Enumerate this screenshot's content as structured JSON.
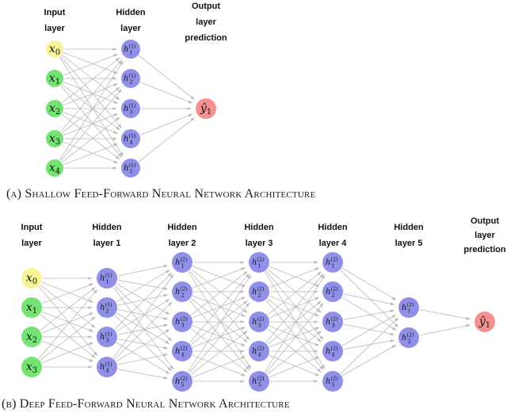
{
  "page": {
    "background": "#ffffff"
  },
  "colors": {
    "input_bias_node": "#f8f49a",
    "input_node": "#74e374",
    "hidden_node": "#9090e8",
    "output_node": "#f59090",
    "edge": "#b8b8b8",
    "text": "#111111"
  },
  "figures": [
    {
      "id": "A",
      "caption": "(a) Shallow Feed-Forward Neural Network Architecture",
      "layers": [
        {
          "header": [
            "Input",
            "layer"
          ],
          "nodes": [
            {
              "base": "x",
              "sub": "0",
              "role": "input_bias_node"
            },
            {
              "base": "x",
              "sub": "1",
              "role": "input_node"
            },
            {
              "base": "x",
              "sub": "2",
              "role": "input_node"
            },
            {
              "base": "x",
              "sub": "3",
              "role": "input_node"
            },
            {
              "base": "x",
              "sub": "4",
              "role": "input_node"
            }
          ]
        },
        {
          "header": [
            "Hidden",
            "layer"
          ],
          "nodes": [
            {
              "base": "h",
              "sub": "1",
              "sup": "(1)",
              "role": "hidden_node"
            },
            {
              "base": "h",
              "sub": "2",
              "sup": "(1)",
              "role": "hidden_node"
            },
            {
              "base": "h",
              "sub": "3",
              "sup": "(1)",
              "role": "hidden_node"
            },
            {
              "base": "h",
              "sub": "4",
              "sup": "(1)",
              "role": "hidden_node"
            },
            {
              "base": "h",
              "sub": "5",
              "sup": "(1)",
              "role": "hidden_node"
            }
          ]
        },
        {
          "header": [
            "Output",
            "layer",
            "prediction"
          ],
          "nodes": [
            {
              "base": "ŷ",
              "sub": "1",
              "role": "output_node"
            }
          ]
        }
      ]
    },
    {
      "id": "B",
      "caption": "(b) Deep Feed-Forward Neural Network Architecture",
      "layers": [
        {
          "header": [
            "Input",
            "layer"
          ],
          "nodes": [
            {
              "base": "x",
              "sub": "0",
              "role": "input_bias_node"
            },
            {
              "base": "x",
              "sub": "1",
              "role": "input_node"
            },
            {
              "base": "x",
              "sub": "2",
              "role": "input_node"
            },
            {
              "base": "x",
              "sub": "3",
              "role": "input_node"
            }
          ]
        },
        {
          "header": [
            "Hidden",
            "layer 1"
          ],
          "nodes": [
            {
              "base": "h",
              "sub": "1",
              "sup": "(1)",
              "role": "hidden_node"
            },
            {
              "base": "h",
              "sub": "2",
              "sup": "(1)",
              "role": "hidden_node"
            },
            {
              "base": "h",
              "sub": "3",
              "sup": "(1)",
              "role": "hidden_node"
            },
            {
              "base": "h",
              "sub": "4",
              "sup": "(1)",
              "role": "hidden_node"
            }
          ]
        },
        {
          "header": [
            "Hidden",
            "layer 2"
          ],
          "nodes": [
            {
              "base": "h",
              "sub": "1",
              "sup": "(2)",
              "role": "hidden_node"
            },
            {
              "base": "h",
              "sub": "2",
              "sup": "(2)",
              "role": "hidden_node"
            },
            {
              "base": "h",
              "sub": "3",
              "sup": "(2)",
              "role": "hidden_node"
            },
            {
              "base": "h",
              "sub": "4",
              "sup": "(2)",
              "role": "hidden_node"
            },
            {
              "base": "h",
              "sub": "5",
              "sup": "(2)",
              "role": "hidden_node"
            }
          ]
        },
        {
          "header": [
            "Hidden",
            "layer 3"
          ],
          "nodes": [
            {
              "base": "h",
              "sub": "1",
              "sup": "(2)",
              "role": "hidden_node"
            },
            {
              "base": "h",
              "sub": "2",
              "sup": "(2)",
              "role": "hidden_node"
            },
            {
              "base": "h",
              "sub": "3",
              "sup": "(2)",
              "role": "hidden_node"
            },
            {
              "base": "h",
              "sub": "4",
              "sup": "(2)",
              "role": "hidden_node"
            },
            {
              "base": "h",
              "sub": "5",
              "sup": "(2)",
              "role": "hidden_node"
            }
          ]
        },
        {
          "header": [
            "Hidden",
            "layer 4"
          ],
          "nodes": [
            {
              "base": "h",
              "sub": "1",
              "sup": "(2)",
              "role": "hidden_node"
            },
            {
              "base": "h",
              "sub": "2",
              "sup": "(2)",
              "role": "hidden_node"
            },
            {
              "base": "h",
              "sub": "3",
              "sup": "(2)",
              "role": "hidden_node"
            },
            {
              "base": "h",
              "sub": "4",
              "sup": "(2)",
              "role": "hidden_node"
            },
            {
              "base": "h",
              "sub": "5",
              "sup": "(2)",
              "role": "hidden_node"
            }
          ]
        },
        {
          "header": [
            "Hidden",
            "layer 5"
          ],
          "nodes": [
            {
              "base": "h",
              "sub": "1",
              "sup": "(2)",
              "role": "hidden_node"
            },
            {
              "base": "h",
              "sub": "2",
              "sup": "(2)",
              "role": "hidden_node"
            }
          ]
        },
        {
          "header": [
            "Output",
            "layer",
            "prediction"
          ],
          "nodes": [
            {
              "base": "ŷ",
              "sub": "1",
              "role": "output_node"
            }
          ]
        }
      ]
    }
  ]
}
